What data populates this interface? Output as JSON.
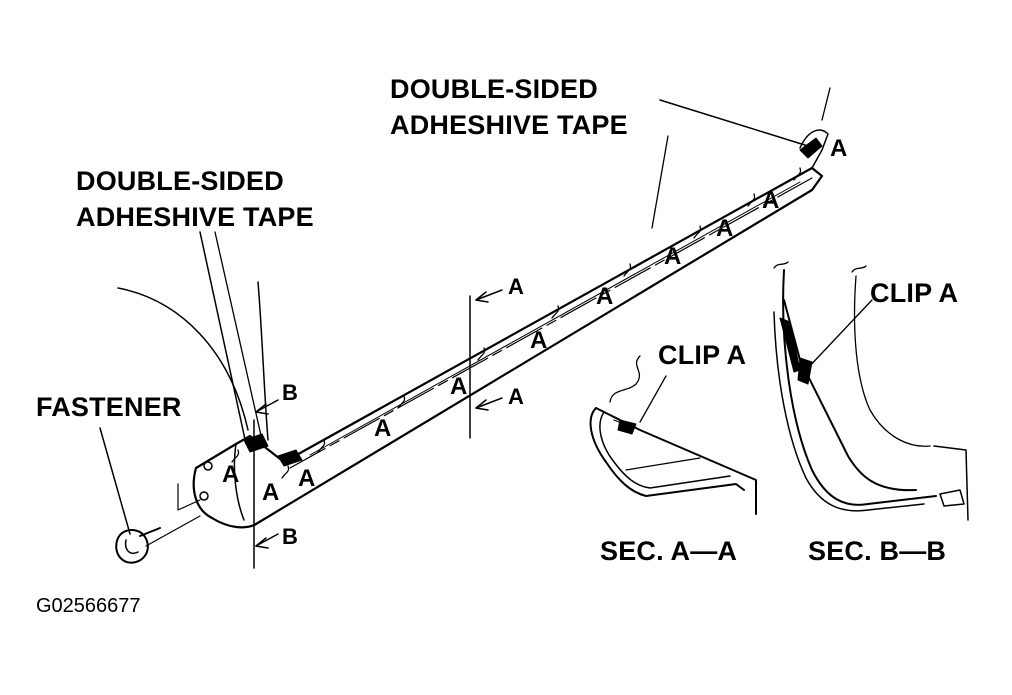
{
  "labels": {
    "tape_top_line1": "DOUBLE-SIDED",
    "tape_top_line2": "ADHESHIVE TAPE",
    "tape_left_line1": "DOUBLE-SIDED",
    "tape_left_line2": "ADHESHIVE TAPE",
    "fastener": "FASTENER",
    "clip_a_sec_a": "CLIP A",
    "clip_a_sec_b": "CLIP A",
    "sec_aa": "SEC. A—A",
    "sec_bb": "SEC. B—B",
    "figure_code": "G02566677"
  },
  "markers": {
    "section_a": "A",
    "section_b": "B",
    "clip": "A"
  }
}
